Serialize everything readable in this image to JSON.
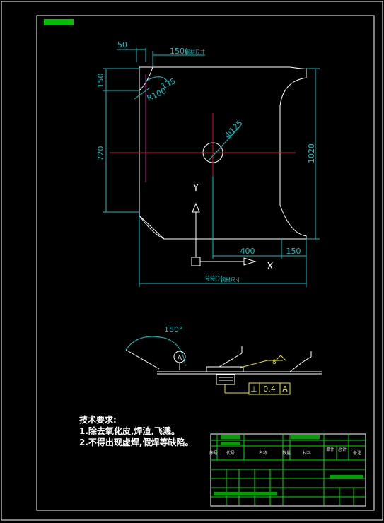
{
  "title_tag": "",
  "dimensions": {
    "d50": "50",
    "d150_top": "150(",
    "d150_top_note": "钢材尺寸",
    "d135": "135",
    "r100": "R100",
    "d150_left": "150",
    "d720": "720",
    "d1020": "1020",
    "phi125": "ф125",
    "d400": "400",
    "d150_bottom": "150",
    "d990": "990(",
    "d990_note": "钢材尺寸",
    "angle150": "150°"
  },
  "axes": {
    "y": "Y",
    "x": "X"
  },
  "datum": "A",
  "weld_size": "8",
  "tolerance": {
    "symbol": "⊥",
    "value": "0.4",
    "datum": "A"
  },
  "notes": {
    "heading": "技术要求:",
    "item1": "1.除去氧化皮,焊渣,飞溅。",
    "item2": "2.不得出现虚焊,假焊等缺陷。"
  },
  "title_block": {
    "headers": [
      "序号",
      "代号",
      "名称",
      "数量",
      "材料",
      "单件",
      "总计",
      "备注"
    ],
    "drawing_name": "",
    "colors": {
      "frame": "#ffffff",
      "dimension": "#00c8c8",
      "center": "#d01818",
      "aux": "#c81890",
      "table": "#00e000",
      "weld": "#e8e800"
    }
  }
}
